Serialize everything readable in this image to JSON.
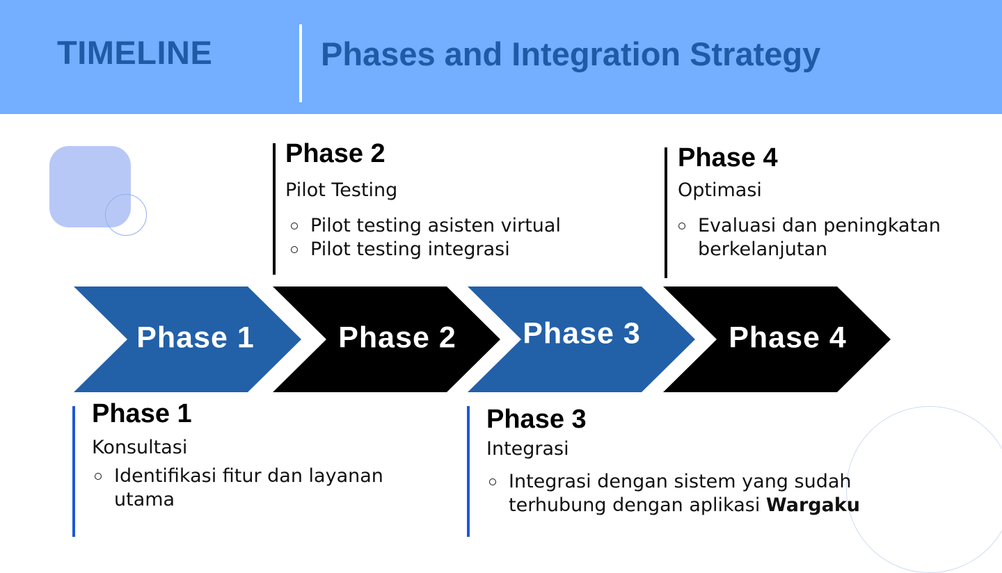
{
  "header": {
    "left_title": "TIMELINE",
    "right_title": "Phases and Integration Strategy"
  },
  "colors": {
    "header_bg": "#73aeff",
    "title_blue": "#1f5aa6",
    "arrow_blue": "#2260a8",
    "arrow_black": "#000000",
    "bar_blue": "#1f57d6",
    "bar_black": "#000000"
  },
  "arrows": [
    {
      "label": "Phase 1",
      "color": "blue"
    },
    {
      "label": "Phase 2",
      "color": "black"
    },
    {
      "label": "Phase 3",
      "color": "blue"
    },
    {
      "label": "Phase 4",
      "color": "black"
    }
  ],
  "cards": {
    "phase1": {
      "title": "Phase 1",
      "subtitle": "Konsultasi",
      "items": [
        "Identifikasi fitur dan layanan utama"
      ]
    },
    "phase2": {
      "title": "Phase 2",
      "subtitle": "Pilot Testing",
      "items": [
        "Pilot testing asisten virtual",
        "Pilot testing integrasi"
      ]
    },
    "phase3": {
      "title": "Phase 3",
      "subtitle": "Integrasi",
      "items": [
        "Integrasi dengan sistem yang  sudah terhubung dengan aplikasi ",
        "Wargaku"
      ]
    },
    "phase4": {
      "title": "Phase 4",
      "subtitle": "Optimasi",
      "items": [
        "Evaluasi dan peningkatan berkelanjutan"
      ]
    }
  }
}
